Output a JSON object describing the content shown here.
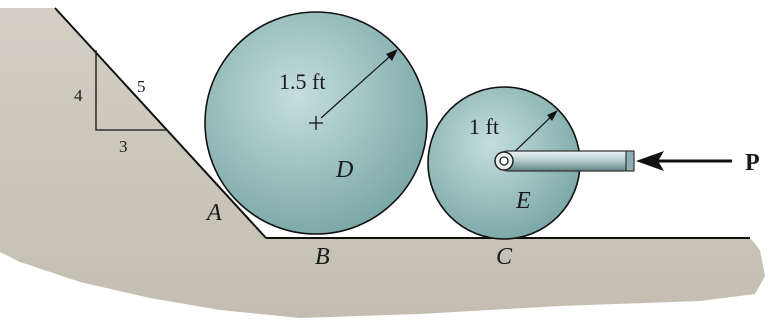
{
  "colors": {
    "ground": "#cfcbbf",
    "ground_shadow": "#b9b4a6",
    "disk_light": "#c4dedd",
    "disk_dark": "#6f9e9f",
    "rod_light": "#e2ecec",
    "rod_dark": "#5f8283",
    "line": "#111111"
  },
  "icons": {
    "force_arrow": "arrow-left-icon",
    "center_mark": "plus-icon"
  },
  "diagram": {
    "slope": {
      "rise": "4",
      "run": "3",
      "hyp": "5"
    },
    "disk_D": {
      "label": "D",
      "radius_label": "1.5 ft"
    },
    "disk_E": {
      "label": "E",
      "radius_label": "1 ft"
    },
    "points": {
      "A": "A",
      "B": "B",
      "C": "C"
    },
    "force": {
      "label": "P"
    }
  }
}
